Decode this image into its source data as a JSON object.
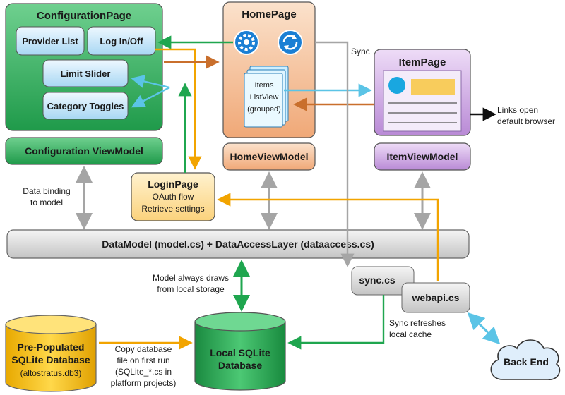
{
  "configuration_page": {
    "title": "ConfigurationPage",
    "provider_list": "Provider List",
    "log_in_off": "Log In/Off",
    "limit_slider": "Limit Slider",
    "category_toggles": "Category Toggles"
  },
  "home_page": {
    "title": "HomePage",
    "items_listview": [
      "Items",
      "ListView",
      "(grouped)"
    ],
    "icons": [
      "gear-icon",
      "refresh-icon"
    ]
  },
  "item_page": {
    "title": "ItemPage"
  },
  "viewmodels": {
    "configuration": "Configuration ViewModel",
    "home": "HomeViewModel",
    "item": "ItemViewModel"
  },
  "login_page": {
    "title": "LoginPage",
    "lines": [
      "OAuth flow",
      "Retrieve settings"
    ]
  },
  "data_layer": "DataModel (model.cs) + DataAccessLayer (dataaccess.cs)",
  "sync_cs": "sync.cs",
  "webapi_cs": "webapi.cs",
  "back_end": "Back End",
  "prepopulated_db": [
    "Pre-Populated",
    "SQLite Database",
    "(altostratus.db3)"
  ],
  "local_db": [
    "Local SQLite",
    "Database"
  ],
  "notes": {
    "sync": "Sync",
    "links_open": [
      "Links open",
      "default browser"
    ],
    "data_binding": [
      "Data binding",
      "to model"
    ],
    "model_draws": [
      "Model always draws",
      "from local storage"
    ],
    "sync_refreshes": [
      "Sync refreshes",
      "local cache"
    ],
    "copy_database": [
      "Copy database",
      "file on first run",
      "(SQLite_*.cs in",
      "platform projects)"
    ]
  },
  "colors": {
    "green_box": "#3aa968",
    "peach_box": "#f6c49e",
    "purple_box": "#c9a3e0",
    "blue_button": "#c4e4f8",
    "login_box": "#fde2a1",
    "gray_bar": "#dcdcdc",
    "yellow_db": "#f5c518",
    "green_db": "#2fae58",
    "arrow_green": "#1fa64f",
    "arrow_orange": "#f2a400",
    "arrow_brown": "#c96f2c",
    "arrow_cyan": "#5bc4e6",
    "arrow_gray": "#a5a5a5"
  }
}
